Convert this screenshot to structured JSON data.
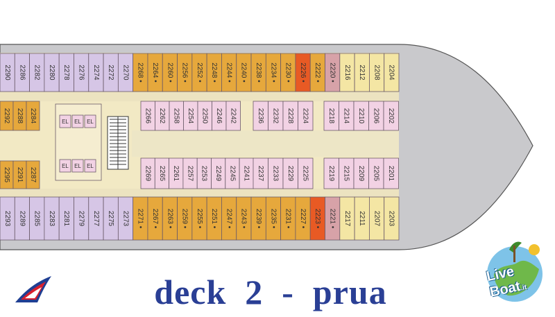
{
  "title": "deck  2  -  prua",
  "logo_right": {
    "main": "Live Boat",
    "sub": ".it"
  },
  "colors": {
    "hull": "#c9c9cc",
    "deck": "#f2e9c4",
    "purple": "#d6c6e6",
    "pink": "#f2d2e4",
    "orange": "#e6a83c",
    "red": "#e85a24",
    "salmon": "#d7a2a8",
    "cream": "#f4e6a4",
    "stroke": "#6a5a68",
    "title": "#2a3f95"
  },
  "cabins": {
    "top_row": [
      {
        "n": "2290",
        "c": "purple"
      },
      {
        "n": "2286",
        "c": "purple"
      },
      {
        "n": "2282",
        "c": "purple"
      },
      {
        "n": "2280",
        "c": "purple"
      },
      {
        "n": "2278",
        "c": "purple"
      },
      {
        "n": "2276",
        "c": "purple"
      },
      {
        "n": "2274",
        "c": "purple"
      },
      {
        "n": "2272",
        "c": "purple"
      },
      {
        "n": "2270",
        "c": "purple"
      },
      {
        "n": "2268",
        "c": "orange"
      },
      {
        "n": "2264",
        "c": "orange"
      },
      {
        "n": "2260",
        "c": "orange"
      },
      {
        "n": "2256",
        "c": "orange"
      },
      {
        "n": "2252",
        "c": "orange"
      },
      {
        "n": "2248",
        "c": "orange"
      },
      {
        "n": "2244",
        "c": "orange"
      },
      {
        "n": "2240",
        "c": "orange"
      },
      {
        "n": "2238",
        "c": "orange"
      },
      {
        "n": "2234",
        "c": "orange"
      },
      {
        "n": "2230",
        "c": "orange"
      },
      {
        "n": "2226",
        "c": "red"
      },
      {
        "n": "2222",
        "c": "orange"
      },
      {
        "n": "2220",
        "c": "salmon"
      },
      {
        "n": "2216",
        "c": "cream"
      },
      {
        "n": "2212",
        "c": "cream"
      },
      {
        "n": "2208",
        "c": "cream"
      },
      {
        "n": "2204",
        "c": "cream"
      }
    ],
    "bottom_row": [
      {
        "n": "2293",
        "c": "purple"
      },
      {
        "n": "2289",
        "c": "purple"
      },
      {
        "n": "2285",
        "c": "purple"
      },
      {
        "n": "2283",
        "c": "purple"
      },
      {
        "n": "2281",
        "c": "purple"
      },
      {
        "n": "2279",
        "c": "purple"
      },
      {
        "n": "2277",
        "c": "purple"
      },
      {
        "n": "2275",
        "c": "purple"
      },
      {
        "n": "2273",
        "c": "purple"
      },
      {
        "n": "2271",
        "c": "orange"
      },
      {
        "n": "2267",
        "c": "orange"
      },
      {
        "n": "2263",
        "c": "orange"
      },
      {
        "n": "2259",
        "c": "orange"
      },
      {
        "n": "2255",
        "c": "orange"
      },
      {
        "n": "2251",
        "c": "orange"
      },
      {
        "n": "2247",
        "c": "orange"
      },
      {
        "n": "2243",
        "c": "orange"
      },
      {
        "n": "2239",
        "c": "orange"
      },
      {
        "n": "2235",
        "c": "orange"
      },
      {
        "n": "2231",
        "c": "orange"
      },
      {
        "n": "2227",
        "c": "orange"
      },
      {
        "n": "2223",
        "c": "red"
      },
      {
        "n": "2221",
        "c": "salmon"
      },
      {
        "n": "2217",
        "c": "cream"
      },
      {
        "n": "2211",
        "c": "cream"
      },
      {
        "n": "2207",
        "c": "cream"
      },
      {
        "n": "2203",
        "c": "cream"
      }
    ],
    "upper_inner_left": [
      "2292",
      "2288",
      "2284"
    ],
    "lower_inner_left": [
      "2295",
      "2291",
      "2287"
    ],
    "upper_inner_mid": [
      "2266",
      "2262",
      "2258",
      "2254",
      "2250",
      "2246",
      "2242"
    ],
    "upper_inner_right": [
      "2236",
      "2232",
      "2228",
      "2224"
    ],
    "upper_inner_fwd": [
      "2218",
      "2214",
      "2210",
      "2206",
      "2202"
    ],
    "lower_inner_mid": [
      "2269",
      "2265",
      "2261",
      "2257",
      "2253",
      "2249",
      "2245",
      "2241"
    ],
    "lower_inner_right": [
      "2237",
      "2233",
      "2229",
      "2225"
    ],
    "lower_inner_fwd": [
      "2219",
      "2215",
      "2209",
      "2205",
      "2201"
    ]
  },
  "elevators": [
    "EL",
    "EL",
    "EL",
    "EL",
    "EL",
    "EL"
  ]
}
